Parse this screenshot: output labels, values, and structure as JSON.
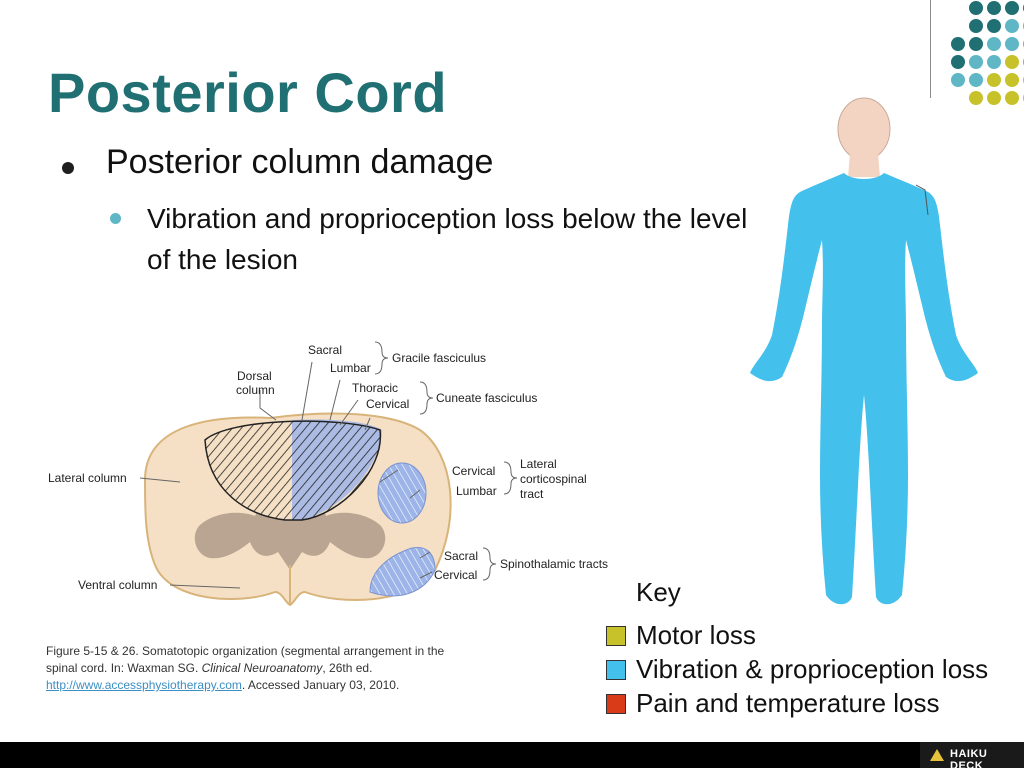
{
  "slide": {
    "title": "Posterior Cord",
    "bullet_level1": "Posterior column damage",
    "bullet_level2": "Vibration and proprioception loss below the level of the lesion"
  },
  "diagram_labels": {
    "sacral_top": "Sacral",
    "lumbar_top": "Lumbar",
    "gracile": "Gracile fasciculus",
    "dorsal_column_1": "Dorsal",
    "dorsal_column_2": "column",
    "thoracic": "Thoracic",
    "cervical_top": "Cervical",
    "cuneate": "Cuneate fasciculus",
    "lateral_column": "Lateral column",
    "cervical_mid": "Cervical",
    "lumbar_mid": "Lumbar",
    "lateral_cst_1": "Lateral",
    "lateral_cst_2": "corticospinal",
    "lateral_cst_3": "tract",
    "sacral_bottom": "Sacral",
    "cervical_bottom": "Cervical",
    "spinothalamic": "Spinothalamic tracts",
    "ventral_column": "Ventral column"
  },
  "caption": {
    "line1": "Figure 5-15 & 26. Somatotopic organization (segmental arrangement in the",
    "line2_prefix": "spinal cord. In: Waxman SG. ",
    "line2_italic": "Clinical Neuroanatomy",
    "line2_suffix": ", 26th ed.",
    "link": "http://www.accessphysiotherapy.com",
    "line3_suffix": ". Accessed January 03, 2010."
  },
  "key": {
    "title": "Key",
    "items": [
      {
        "label": "Motor loss",
        "color": "#c7c22a"
      },
      {
        "label": "Vibration & proprioception loss",
        "color": "#43c0ec"
      },
      {
        "label": "Pain and temperature loss",
        "color": "#d93a18"
      }
    ]
  },
  "footer": {
    "brand": "HAIKU DECK"
  },
  "colors": {
    "title": "#1f6f73",
    "dot_dark_teal": "#1f6f73",
    "dot_light_teal": "#5fb6c4",
    "dot_olive": "#c7c22a",
    "body_figure": "#43c0ec",
    "head_skin": "#f3d4c2",
    "cord_outer": "#f5e0c6",
    "cord_gray": "#b9a591",
    "tract_blue": "#9db4e8"
  }
}
